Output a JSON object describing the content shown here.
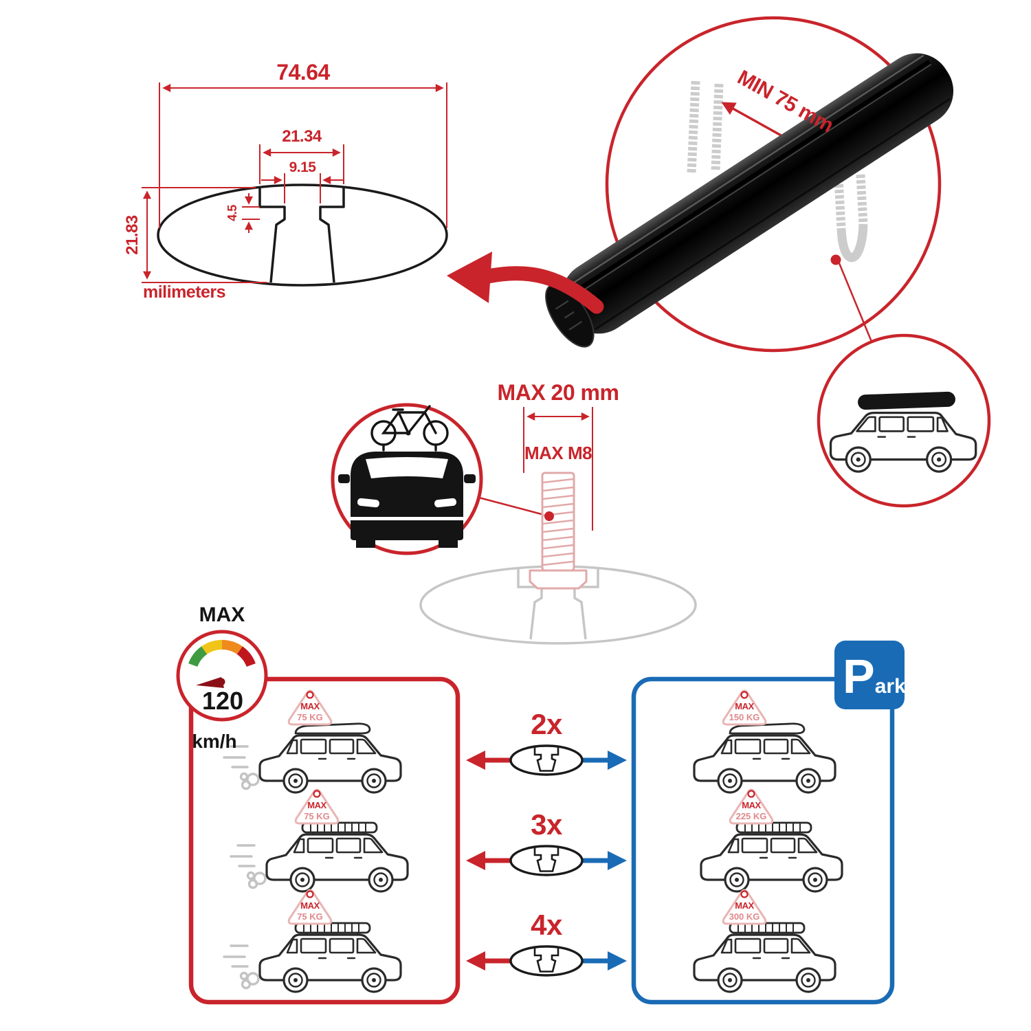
{
  "colors": {
    "accent_red": "#c9242b",
    "accent_blue": "#1a6bb5",
    "bar_black": "#0d0d0d",
    "faded_gray": "#c6c6c6",
    "faded_pink": "#e2a9a9",
    "gauge_segments": [
      "#3f9b3f",
      "#f0c419",
      "#ef8a1d",
      "#c0161d"
    ]
  },
  "tech_drawing": {
    "dim_total_width": "74.64",
    "dim_slot_outer": "21.34",
    "dim_slot_inner": "9.15",
    "dim_lip_depth": "4.5",
    "dim_height": "21.83",
    "unit_label": "milimeters"
  },
  "crossbar": {
    "min_span_label": "MIN 75 mm"
  },
  "bolt": {
    "max_width_label": "MAX 20 mm",
    "max_thread_label": "MAX M8"
  },
  "speed_gauge": {
    "max_label": "MAX",
    "value": "120",
    "unit": "km/h"
  },
  "park_sign": {
    "letter": "P",
    "rest": "ark"
  },
  "load_chart": {
    "quantities": [
      "2x",
      "3x",
      "4x"
    ],
    "driving_cars": [
      {
        "label": "MAX",
        "value": "75 KG"
      },
      {
        "label": "MAX",
        "value": "75 KG"
      },
      {
        "label": "MAX",
        "value": "75 KG"
      }
    ],
    "parked_cars": [
      {
        "label": "MAX",
        "value": "150 KG"
      },
      {
        "label": "MAX",
        "value": "225 KG"
      },
      {
        "label": "MAX",
        "value": "300 KG"
      }
    ]
  }
}
